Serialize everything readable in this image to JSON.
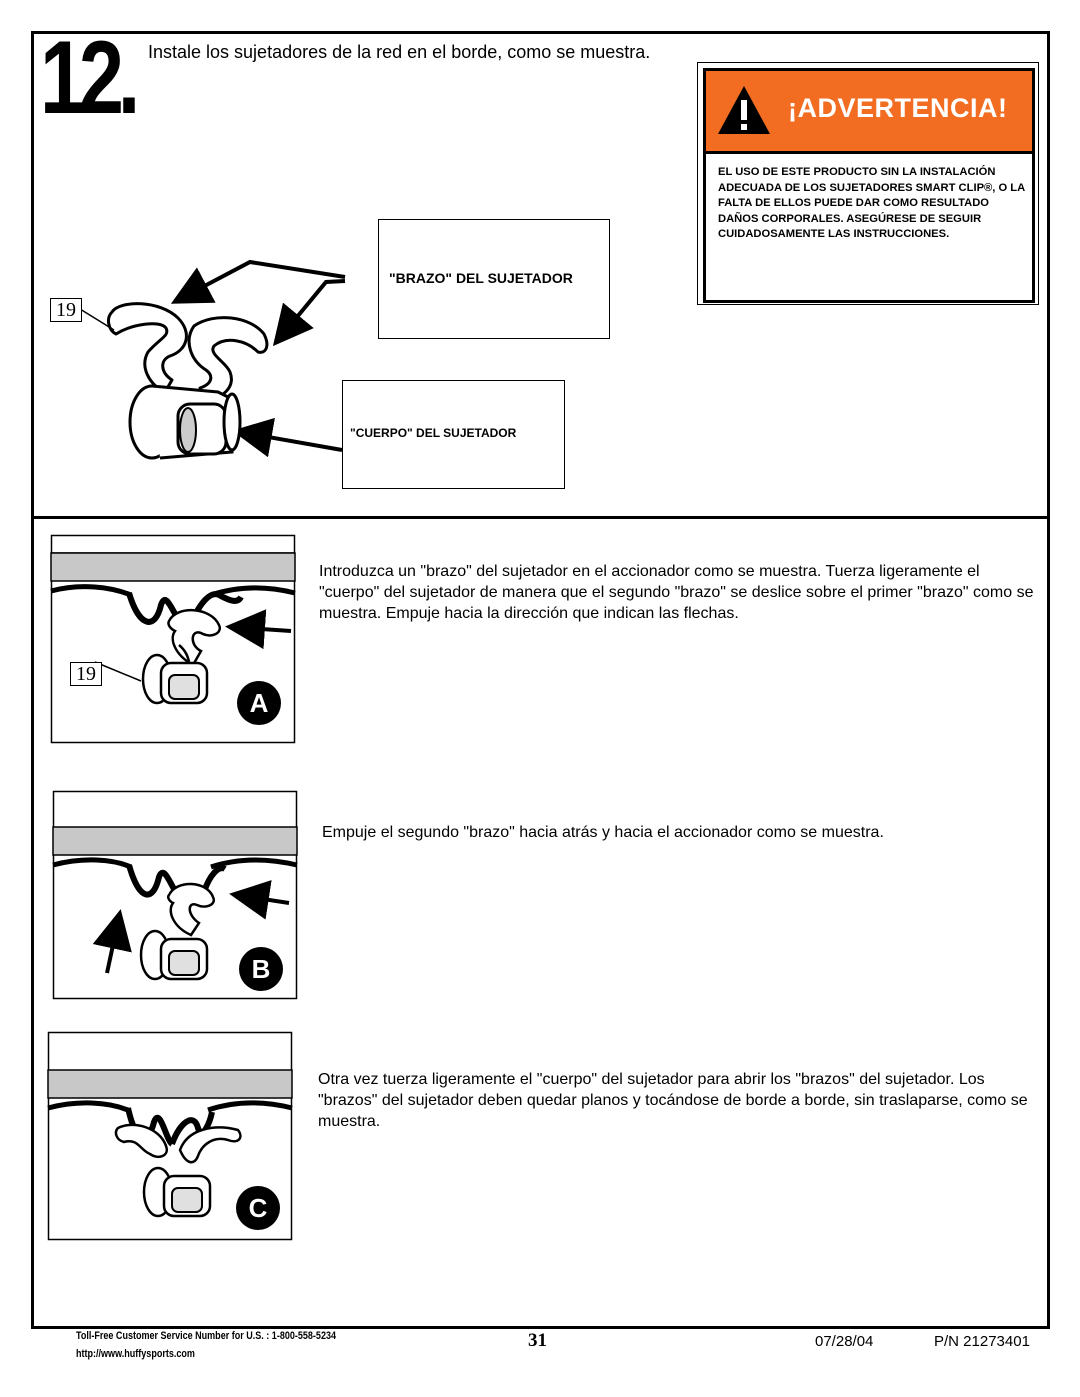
{
  "step": {
    "number": "12.",
    "title": "Instale los sujetadores de la red en el borde, como se muestra."
  },
  "warning": {
    "title": "¡ADVERTENCIA!",
    "body": "EL USO DE ESTE PRODUCTO SIN LA INSTALACIÓN ADECUADA DE LOS SUJETADORES SMART CLIP®, O LA FALTA DE ELLOS PUEDE DAR COMO RESULTADO DAÑOS CORPORALES. ASEGÚRESE DE SEGUIR CUIDADOSAMENTE LAS INSTRUCCIONES.",
    "header_color": "#f26c21"
  },
  "labels": {
    "arm": "\"BRAZO\" DEL SUJETADOR",
    "body": "\"CUERPO\" DEL SUJETADOR"
  },
  "part_number": "19",
  "panels": [
    {
      "letter": "A",
      "text": "Introduzca un \"brazo\" del sujetador en el accionador como se muestra. Tuerza ligeramente el \"cuerpo\" del sujetador de manera que el segundo \"brazo\" se deslice sobre el primer \"brazo\" como se muestra. Empuje hacia la dirección que indican las flechas."
    },
    {
      "letter": "B",
      "text": "Empuje el segundo \"brazo\" hacia atrás y hacia el accionador como se muestra."
    },
    {
      "letter": "C",
      "text": "Otra vez tuerza ligeramente el \"cuerpo\" del sujetador para abrir los \"brazos\" del sujetador. Los \"brazos\" del sujetador deben quedar planos y tocándose de borde a borde, sin traslaparse, como se muestra."
    }
  ],
  "footer": {
    "phone": "Toll-Free Customer Service Number for U.S. : 1-800-558-5234",
    "url": "http://www.huffysports.com",
    "page": "31",
    "date": "07/28/04",
    "pn_label": "P/N 21273401"
  }
}
